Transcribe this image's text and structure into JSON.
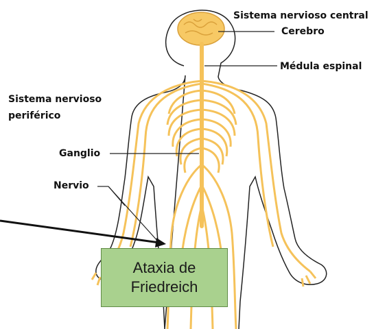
{
  "labels": {
    "cns_title": "Sistema nervioso central",
    "brain": "Cerebro",
    "spinal_cord": "Médula espinal",
    "pns_line1": "Sistema nervioso",
    "pns_line2": "periférico",
    "ganglion": "Ganglio",
    "nerve": "Nervio"
  },
  "callout": {
    "line1": "Ataxia de",
    "line2": "Friedreich"
  },
  "colors": {
    "nerve": "#f5c25a",
    "brain": "#f7c965",
    "outline": "#222222",
    "callout_bg": "#a9d18e",
    "callout_border": "#5f8a45"
  }
}
